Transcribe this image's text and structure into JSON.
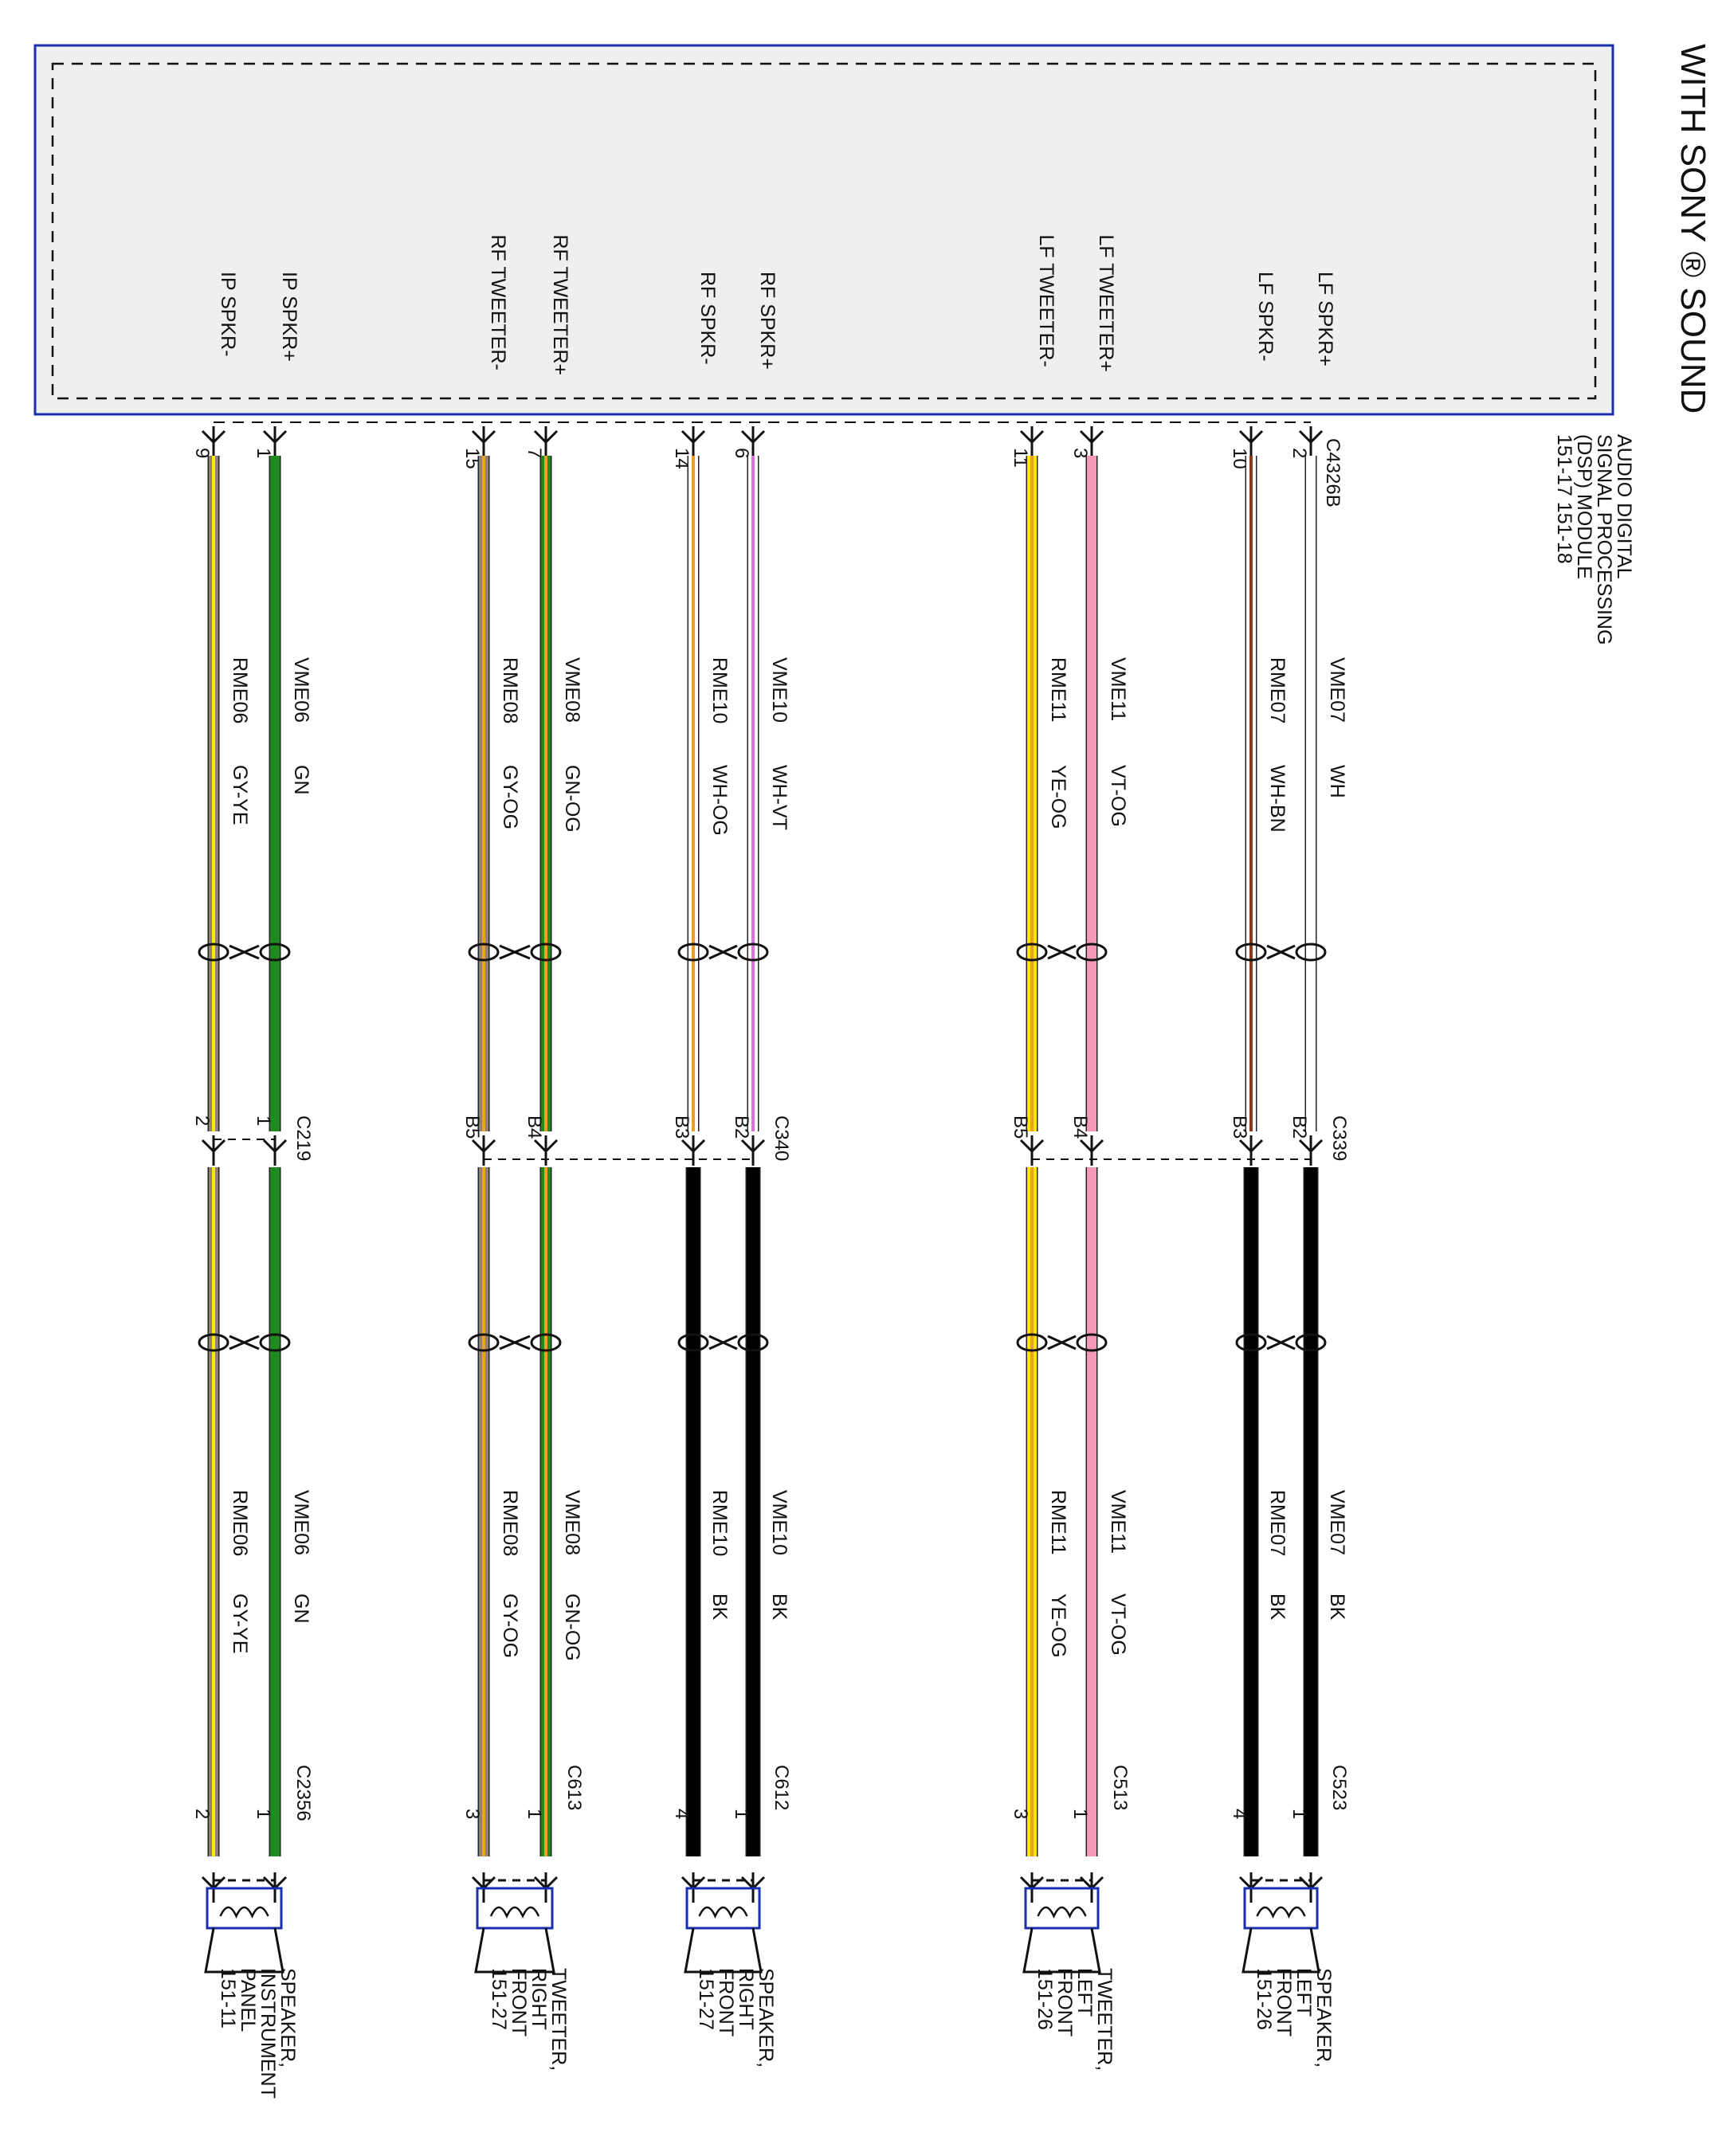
{
  "title": "WITH SONY ® SOUND",
  "module": {
    "lines": [
      "AUDIO DIGITAL",
      "SIGNAL PROCESSING",
      "(DSP) MODULE",
      "151-17    151-18"
    ],
    "connector": "C4326B"
  },
  "colors": {
    "module_border": "#1a2fb0",
    "module_fill": "#efefef",
    "speaker_box": "#1a2fb0",
    "wire_outline": "#222222"
  },
  "channels": [
    {
      "wires": [
        {
          "signal": "LF SPKR+",
          "pin": "2",
          "circuit": "VME07",
          "color_upper": "WH",
          "color_lower": "BK",
          "pin_mid": "B2",
          "pin_spk": "1",
          "hex_upper": [
            "#ffffff"
          ],
          "hex_lower": [
            "#000000"
          ]
        },
        {
          "signal": "LF SPKR-",
          "pin": "10",
          "circuit": "RME07",
          "color_upper": "WH-BN",
          "color_lower": "BK",
          "pin_mid": "B3",
          "pin_spk": "4",
          "hex_upper": [
            "#ffffff",
            "#8b3a1a"
          ],
          "hex_lower": [
            "#000000"
          ]
        }
      ],
      "inline_connector": "C339",
      "speaker_connector": "C523",
      "device": [
        "SPEAKER,",
        "LEFT",
        "FRONT",
        "151-26"
      ]
    },
    {
      "wires": [
        {
          "signal": "LF TWEETER+",
          "pin": "3",
          "circuit": "VME11",
          "color_upper": "VT-OG",
          "color_lower": "VT-OG",
          "pin_mid": "B4",
          "pin_spk": "1",
          "hex_upper": [
            "#f49ab8"
          ],
          "hex_lower": [
            "#f49ab8"
          ]
        },
        {
          "signal": "LF TWEETER-",
          "pin": "11",
          "circuit": "RME11",
          "color_upper": "YE-OG",
          "color_lower": "YE-OG",
          "pin_mid": "B5",
          "pin_spk": "3",
          "hex_upper": [
            "#ffe800",
            "#f0a020"
          ],
          "hex_lower": [
            "#ffe800",
            "#f0a020"
          ]
        }
      ],
      "inline_connector": "",
      "speaker_connector": "C513",
      "device": [
        "TWEETER,",
        "LEFT",
        "FRONT",
        "151-26"
      ]
    },
    {
      "wires": [
        {
          "signal": "RF SPKR+",
          "pin": "6",
          "circuit": "VME10",
          "color_upper": "WH-VT",
          "color_lower": "BK",
          "pin_mid": "B2",
          "pin_spk": "1",
          "hex_upper": [
            "#ffffff",
            "#e070e0"
          ],
          "hex_lower": [
            "#000000"
          ]
        },
        {
          "signal": "RF SPKR-",
          "pin": "14",
          "circuit": "RME10",
          "color_upper": "WH-OG",
          "color_lower": "BK",
          "pin_mid": "B3",
          "pin_spk": "4",
          "hex_upper": [
            "#ffffff",
            "#f0a020"
          ],
          "hex_lower": [
            "#000000"
          ]
        }
      ],
      "inline_connector": "C340",
      "speaker_connector": "C612",
      "device": [
        "SPEAKER,",
        "RIGHT",
        "FRONT",
        "151-27"
      ]
    },
    {
      "wires": [
        {
          "signal": "RF TWEETER+",
          "pin": "7",
          "circuit": "VME08",
          "color_upper": "GN-OG",
          "color_lower": "GN-OG",
          "pin_mid": "B4",
          "pin_spk": "1",
          "hex_upper": [
            "#1f8a1f",
            "#f0a020"
          ],
          "hex_lower": [
            "#1f8a1f",
            "#f0a020"
          ]
        },
        {
          "signal": "RF TWEETER-",
          "pin": "15",
          "circuit": "RME08",
          "color_upper": "GY-OG",
          "color_lower": "GY-OG",
          "pin_mid": "B5",
          "pin_spk": "3",
          "hex_upper": [
            "#8c8278",
            "#f0a020"
          ],
          "hex_lower": [
            "#8c8278",
            "#f0a020"
          ]
        }
      ],
      "inline_connector": "",
      "speaker_connector": "C613",
      "device": [
        "TWEETER,",
        "RIGHT",
        "FRONT",
        "151-27"
      ]
    },
    {
      "wires": [
        {
          "signal": "IP SPKR+",
          "pin": "1",
          "circuit": "VME06",
          "color_upper": "GN",
          "color_lower": "GN",
          "pin_mid": "1",
          "pin_spk": "1",
          "hex_upper": [
            "#1f8a1f"
          ],
          "hex_lower": [
            "#1f8a1f"
          ]
        },
        {
          "signal": "IP SPKR-",
          "pin": "9",
          "circuit": "RME06",
          "color_upper": "GY-YE",
          "color_lower": "GY-YE",
          "pin_mid": "2",
          "pin_spk": "2",
          "hex_upper": [
            "#8c8278",
            "#ffe800"
          ],
          "hex_lower": [
            "#8c8278",
            "#ffe800"
          ]
        }
      ],
      "inline_connector": "C219",
      "speaker_connector": "C2356",
      "device": [
        "SPEAKER,",
        "INSTRUMENT",
        "PANEL",
        "151-11"
      ]
    }
  ]
}
